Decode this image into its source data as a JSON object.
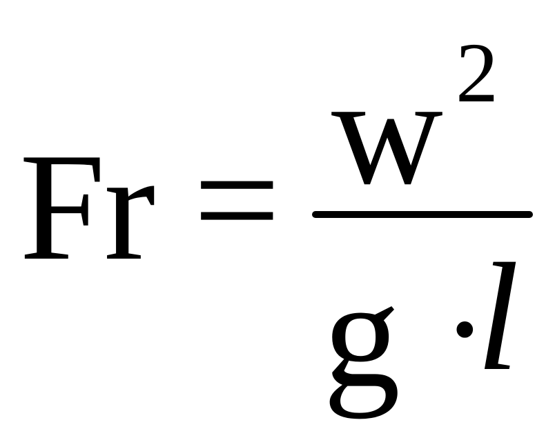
{
  "formula": {
    "lhs": "Fr",
    "equals": "=",
    "numerator": {
      "base": "w",
      "exponent": "2"
    },
    "denominator": {
      "g": "g",
      "operator": "·",
      "l": "l"
    }
  }
}
